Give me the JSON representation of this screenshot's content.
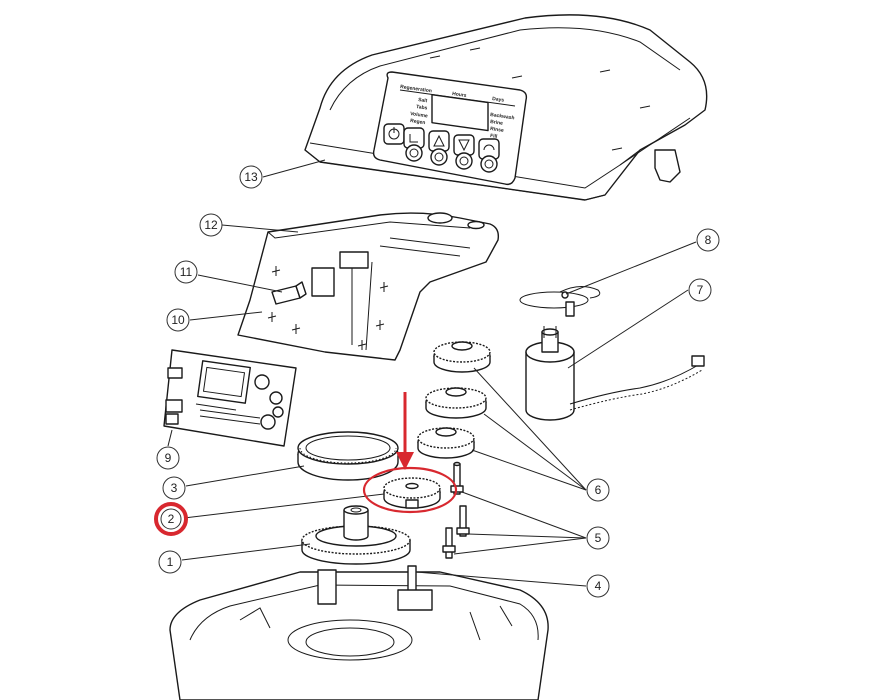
{
  "diagram": {
    "highlight_color": "#d8282f",
    "callouts": [
      {
        "id": "13",
        "label": "13"
      },
      {
        "id": "12",
        "label": "12"
      },
      {
        "id": "11",
        "label": "11"
      },
      {
        "id": "10",
        "label": "10"
      },
      {
        "id": "9",
        "label": "9"
      },
      {
        "id": "8",
        "label": "8"
      },
      {
        "id": "7",
        "label": "7"
      },
      {
        "id": "6",
        "label": "6"
      },
      {
        "id": "5",
        "label": "5"
      },
      {
        "id": "4",
        "label": "4"
      },
      {
        "id": "3",
        "label": "3"
      },
      {
        "id": "2",
        "label": "2",
        "highlighted": true
      },
      {
        "id": "1",
        "label": "1"
      }
    ],
    "display_panel": {
      "top_labels": [
        "Regeneration",
        "Hours",
        "Days"
      ],
      "left_labels": [
        "Salt",
        "Tabs",
        "Volume",
        "Regen"
      ],
      "right_labels": [
        "Backwash",
        "Brine",
        "Rinse",
        "Fill"
      ]
    },
    "icons": [
      "power-icon",
      "hand-icon",
      "up-arrow-icon",
      "down-arrow-icon",
      "regen-icon"
    ]
  }
}
